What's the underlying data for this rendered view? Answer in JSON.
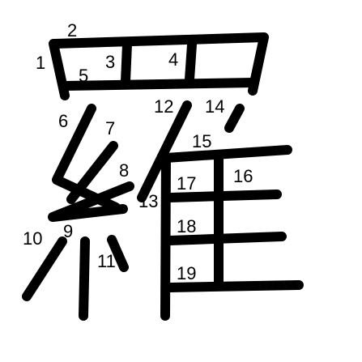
{
  "figure": {
    "type": "kanji stroke order",
    "stroke_color": "#000000",
    "number_color": "#000000",
    "background": "#ffffff"
  },
  "stroke_numbers": [
    "1",
    "2",
    "3",
    "4",
    "5",
    "6",
    "7",
    "8",
    "9",
    "10",
    "11",
    "12",
    "13",
    "14",
    "15",
    "16",
    "17",
    "18",
    "19"
  ]
}
